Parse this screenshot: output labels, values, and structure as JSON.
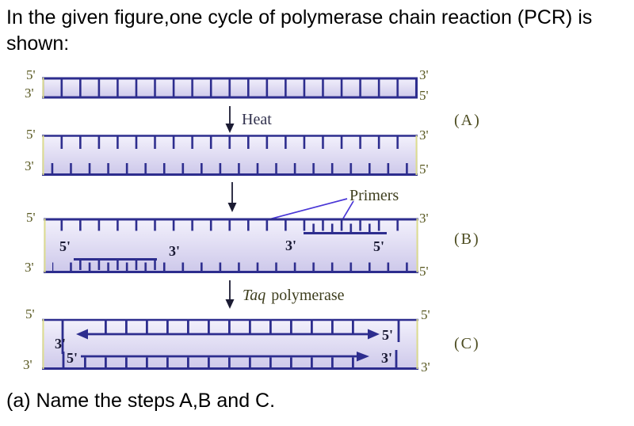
{
  "question": {
    "intro_line1": "In the given figure,one cycle of polymerase chain reaction (PCR) is",
    "intro_line2": "shown:",
    "part_a": "(a) Name the steps A,B and C."
  },
  "figure": {
    "step_tags": {
      "a": "(A)",
      "b": "(B)",
      "c": "(C)"
    },
    "heat_label": "Heat",
    "primers_label": "Primers",
    "taq_label_italic": "Taq",
    "taq_label_rest": "polymerase",
    "duplex_a": {
      "tl": "5'",
      "tr": "3'",
      "bl": "3'",
      "br": "5'"
    },
    "denatured": {
      "tl": "5'",
      "tr": "3'",
      "bl": "3'",
      "br": "5'"
    },
    "annealed_b": {
      "tl": "5'",
      "tr": "3'",
      "bl": "3'",
      "br": "5'",
      "primer_left_5": "5'",
      "primer_left_3": "3'",
      "primer_right_3": "3'",
      "primer_right_5": "5'"
    },
    "extended_c": {
      "tl": "5'",
      "tr": "5'",
      "bl": "3'",
      "br": "3'",
      "new_top_3": "3'",
      "new_top_5": "5'",
      "new_bottom_5": "5'",
      "new_bottom_3": "3'"
    },
    "colors": {
      "strand_navy": "#2d2d8e",
      "fill_light": "#f3f1fc",
      "fill_dark": "#cdc8ea",
      "label_olive": "#56561e",
      "pointer_violet": "#4936d6",
      "arrow_dark": "#1b1b33",
      "side_yellow": "#dede8e"
    }
  }
}
